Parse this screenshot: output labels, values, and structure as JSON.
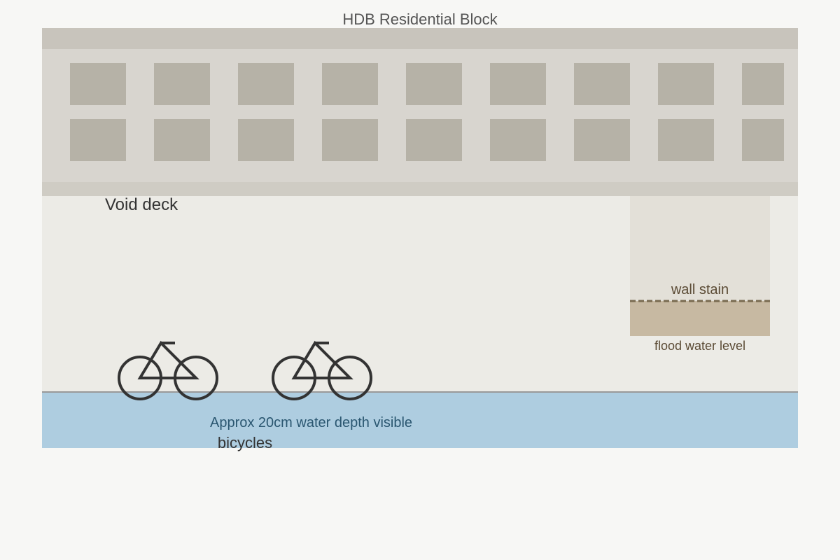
{
  "labels": {
    "building_title": "HDB Residential Block",
    "void_deck": "Void deck",
    "wall_stain": "wall stain",
    "flood_water_level": "flood water level",
    "water_depth": "Approx 20cm water depth visible",
    "bicycles": "bicycles"
  },
  "colors": {
    "background": "#f7f7f5",
    "roof_band": "#c8c4bc",
    "facade": "#d8d5cf",
    "window": "#b6b2a7",
    "slab": "#cfccc4",
    "void_deck_floor": "#ecebe6",
    "pillar": "#e3e0d8",
    "stain": "#c7b9a2",
    "stain_line": "#786a50",
    "water": "#aecde0",
    "ground_line": "#999999",
    "bicycle": "#333333",
    "title_text": "#555555",
    "body_text": "#333333",
    "stain_text": "#5a4a34",
    "water_text": "#2a5670"
  },
  "icons": [
    "bicycle-icon"
  ]
}
